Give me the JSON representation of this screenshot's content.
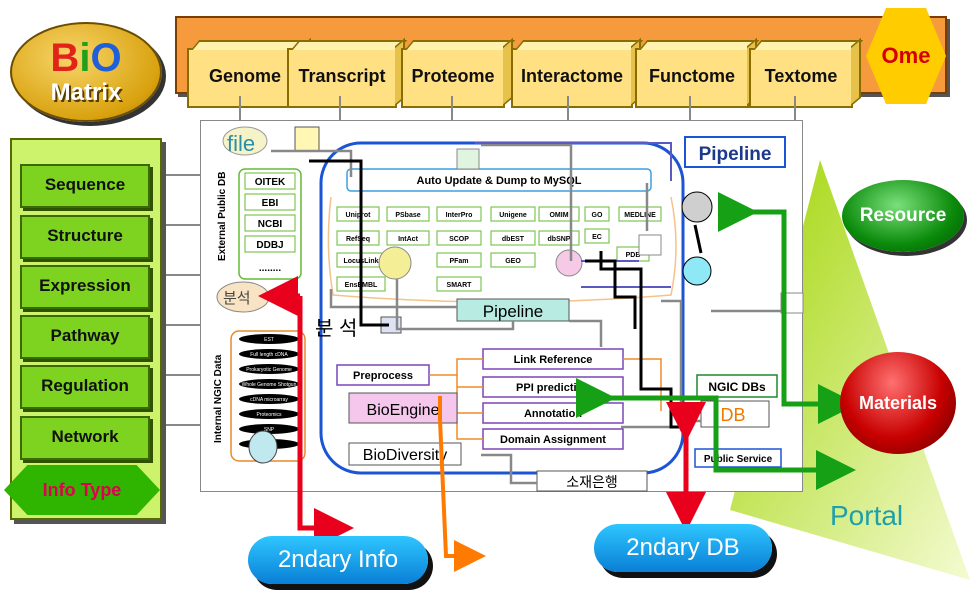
{
  "logo": {
    "bio": "BiO",
    "matrix": "Matrix"
  },
  "omes": [
    "Genome",
    "Transcript",
    "Proteome",
    "Interactome",
    "Functome",
    "Textome"
  ],
  "ome_label": "Ome",
  "info_types": [
    "Sequence",
    "Structure",
    "Expression",
    "Pathway",
    "Regulation",
    "Network"
  ],
  "info_type_label": "Info Type",
  "center": {
    "file_label": "file",
    "external_db_label": "External Public DB",
    "external_dbs": [
      "OITEK",
      "EBI",
      "NCBI",
      "DDBJ",
      "........"
    ],
    "internal_label": "Internal NGIC Data",
    "internal_items": [
      "EST",
      "Full length cDNA",
      "Prokaryotic Genome",
      "Whole Genome Shotgun",
      "cDNA microarray",
      "Proteomics",
      "SNP"
    ],
    "analysis_label": "분석",
    "analysis_label2": "분 석",
    "auto_update": "Auto Update & Dump to MySQL",
    "db_row1": [
      "Uniprot",
      "PSbase",
      "InterPro",
      "Unigene",
      "OMIM",
      "GO",
      "MEDLINE"
    ],
    "db_row2": [
      "RefSeq",
      "IntAct",
      "SCOP",
      "dbEST",
      "dbSNP",
      "EC"
    ],
    "db_row3": [
      "LocusLink",
      "PFam",
      "GEO",
      "PDB"
    ],
    "db_row4": [
      "EnsEMBL",
      "SMART"
    ],
    "pipeline_top": "Pipeline",
    "pipeline_mid": "Pipeline",
    "preprocess": "Preprocess",
    "link_reference": "Link Reference",
    "ppi_prediction": "PPI prediction",
    "annotation": "Annotation",
    "domain_assignment": "Domain Assignment",
    "bioengine": "BioEngine",
    "biodiversity": "BioDiversity",
    "ngic_dbs": "NGIC DBs",
    "db": "DB",
    "public_service": "Public Service",
    "somatic": "소재은행"
  },
  "right": {
    "resource": "Resource",
    "materials": "Materials",
    "portal": "Portal"
  },
  "bottom": {
    "secondary_info": "2ndary Info",
    "secondary_db": "2ndary DB"
  },
  "colors": {
    "ome_banner": "#f59a3d",
    "side_panel": "#ccf36b",
    "pipeline_blue": "#1c55d4",
    "arrow_red": "#e8001c",
    "arrow_green": "#15a015",
    "arrow_orange": "#ff7a00"
  }
}
